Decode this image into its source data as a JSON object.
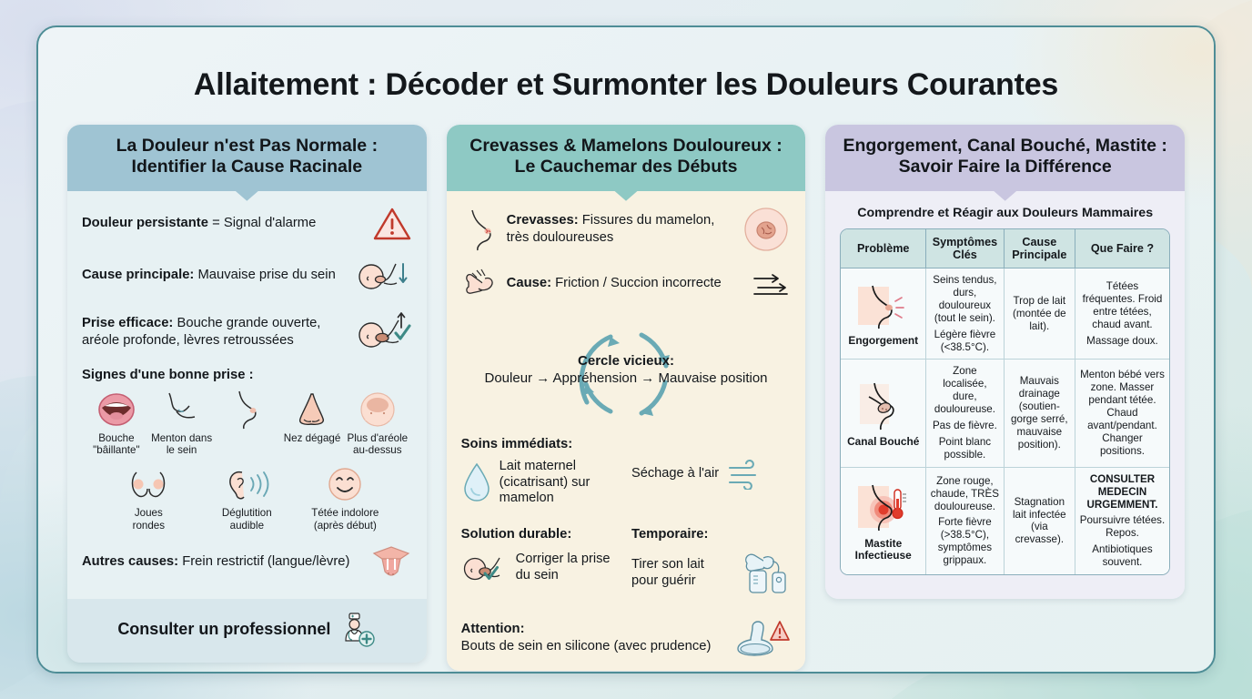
{
  "title": "Allaitement : Décoder et Surmonter les Douleurs Courantes",
  "colors": {
    "header1": "#9fc4d3",
    "header2": "#8ec9c4",
    "header3": "#c9c6e0",
    "border": "#4e8d96",
    "accent_teal": "#4e8d96",
    "accent_red": "#c0392b",
    "skin": "#f8d9cb"
  },
  "panel1": {
    "title_line1": "La Douleur n'est Pas Normale :",
    "title_line2": "Identifier la Cause Racinale",
    "rows": [
      {
        "bold": "Douleur persistante",
        "rest": " = Signal d'alarme",
        "icon": "warning-triangle-icon"
      },
      {
        "bold": "Cause principale:",
        "rest": " Mauvaise prise du sein",
        "icon": "baby-bad-latch-icon"
      },
      {
        "bold": "Prise efficace:",
        "rest": " Bouche grande ouverte, aréole profonde, lèvres retroussées",
        "icon": "baby-good-latch-icon"
      }
    ],
    "signs_heading": "Signes d'une bonne prise :",
    "signs_row1": [
      {
        "label": "Bouche\n\"bâillante\"",
        "icon": "open-mouth-icon"
      },
      {
        "label": "Menton dans\nle sein",
        "icon": "chin-in-breast-icon"
      },
      {
        "label": "",
        "icon": "breast-profile-icon"
      },
      {
        "label": "Nez dégagé",
        "icon": "nose-icon"
      },
      {
        "label": "Plus d'aréole\nau-dessus",
        "icon": "areola-above-icon"
      }
    ],
    "signs_row2": [
      {
        "label": "Joues\nrondes",
        "icon": "round-cheeks-icon"
      },
      {
        "label": "Déglutition\naudible",
        "icon": "ear-hearing-icon"
      },
      {
        "label": "Tétée indolore\n(après début)",
        "icon": "smiley-face-icon"
      }
    ],
    "other_causes": {
      "bold": "Autres causes:",
      "rest": " Frein restrictif (langue/lèvre)",
      "icon": "tongue-tie-icon"
    },
    "footer": {
      "label": "Consulter un professionnel",
      "icon": "health-professional-icon"
    }
  },
  "panel2": {
    "title_line1": "Crevasses & Mamelons Douloureux :",
    "title_line2": "Le Cauchemar des Débuts",
    "rows": [
      {
        "left_icon": "cracked-nipple-breast-icon",
        "bold": "Crevasses:",
        "rest": " Fissures du mamelon, très douloureuses",
        "right_icon": "nipple-closeup-icon"
      },
      {
        "left_icon": "friction-hands-icon",
        "bold": "Cause:",
        "rest": " Friction / Succion incorrecte",
        "right_icon": "friction-arrows-icon"
      }
    ],
    "cycle": {
      "heading": "Cercle vicieux:",
      "text": "Douleur → Appréhension → Mauvaise position",
      "icon": "circular-arrows-icon"
    },
    "immediate_care_heading": "Soins immédiats:",
    "immediate_care": [
      {
        "text": "Lait maternel (cicatrisant) sur mamelon",
        "icon": "milk-drop-icon"
      },
      {
        "text": "Séchage à l'air",
        "icon": "air-dry-wind-icon"
      }
    ],
    "durable_heading": "Solution durable:",
    "durable_text": "Corriger la prise du sein",
    "durable_icon": "baby-good-latch-icon",
    "temporary_heading": "Temporaire:",
    "temporary_text": "Tirer son lait pour guérir",
    "temporary_icon": "breast-pump-icon",
    "attention_heading": "Attention:",
    "attention_text": "Bouts de sein en silicone (avec prudence)",
    "attention_icon": "nipple-shield-warning-icon"
  },
  "panel3": {
    "title_line1": "Engorgement, Canal Bouché, Mastite :",
    "title_line2": "Savoir Faire la Différence",
    "table_title": "Comprendre et Réagir aux Douleurs Mammaires",
    "table": {
      "headers": [
        "Problème",
        "Symptômes Clés",
        "Cause Principale",
        "Que Faire ?"
      ],
      "rows": [
        {
          "problem": "Engorgement",
          "problem_icon": "engorged-breast-icon",
          "symptoms": [
            "Seins tendus, durs, douloureux (tout le sein).",
            "Légère fièvre (<38.5°C)."
          ],
          "cause": [
            "Trop de lait (montée de lait)."
          ],
          "action": [
            "Tétées fréquentes. Froid entre tétées, chaud avant.",
            "Massage doux."
          ],
          "action_strong": false
        },
        {
          "problem": "Canal Bouché",
          "problem_icon": "blocked-duct-breast-icon",
          "symptoms": [
            "Zone localisée, dure, douloureuse.",
            "Pas de fièvre.",
            "Point blanc possible."
          ],
          "cause": [
            "Mauvais drainage (soutien-gorge serré, mauvaise position)."
          ],
          "action": [
            "Menton bébé vers zone. Masser pendant tétée. Chaud avant/pendant. Changer positions."
          ],
          "action_strong": false
        },
        {
          "problem": "Mastite Infectieuse",
          "problem_icon": "mastitis-breast-icon",
          "symptoms": [
            "Zone rouge, chaude, TRÈS douloureuse.",
            "Forte fièvre (>38.5°C), symptômes grippaux."
          ],
          "cause": [
            "Stagnation lait infectée (via crevasse)."
          ],
          "action_title": "CONSULTER MEDECIN URGEMMENT.",
          "action": [
            "Poursuivre tétées. Repos.",
            "Antibiotiques souvent."
          ],
          "action_strong": true
        }
      ]
    }
  }
}
